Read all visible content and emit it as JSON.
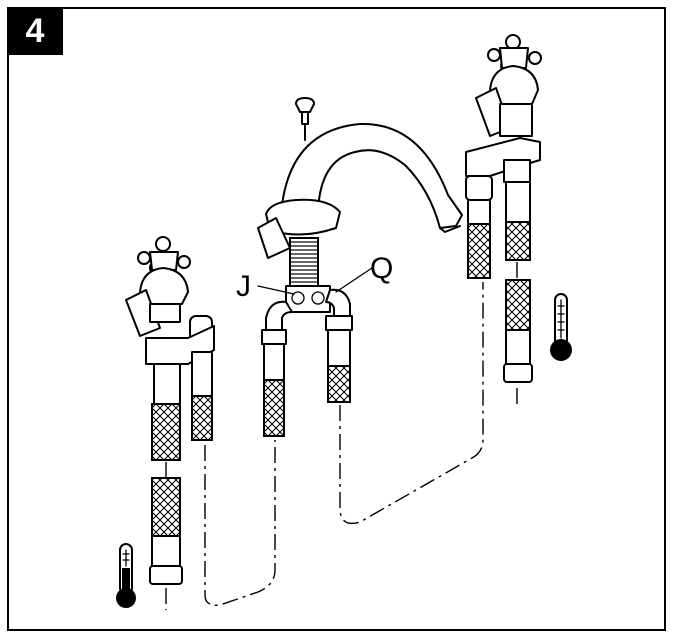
{
  "step": {
    "number": "4"
  },
  "labels": {
    "j": "J",
    "q": "Q"
  },
  "icons": {
    "left_thermometer": "thermometer-cold-icon",
    "right_thermometer": "thermometer-hot-icon"
  },
  "colors": {
    "line": "#000000",
    "background": "#ffffff"
  }
}
